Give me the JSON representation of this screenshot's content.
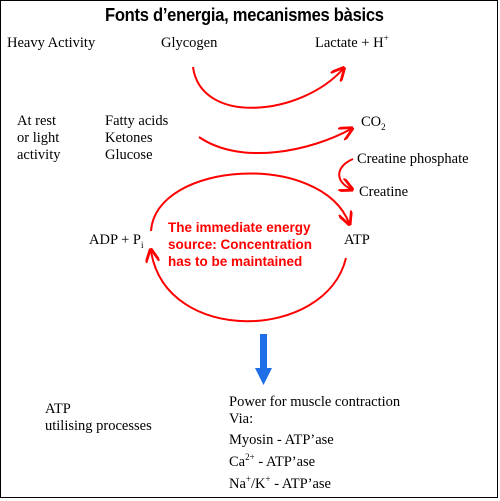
{
  "title": "Fonts d’energia, mecanismes bàsics",
  "labels": {
    "heavy_activity": "Heavy Activity",
    "glycogen": "Glycogen",
    "lactate": "Lactate + H",
    "lactate_sup": "+",
    "rest_lines": [
      "At rest",
      "or light",
      "activity"
    ],
    "fuel_lines": [
      "Fatty acids",
      "Ketones",
      "Glucose"
    ],
    "co2": "CO",
    "co2_sub": "2",
    "creatine_phosphate": "Creatine phosphate",
    "creatine": "Creatine",
    "adp": "ADP + P",
    "adp_sub": "i",
    "atp": "ATP",
    "immediate_lines": [
      "The immediate energy",
      "source: Concentration",
      "has to be maintained"
    ],
    "atp_utilising_lines": [
      "ATP",
      "utilising processes"
    ],
    "power_lines": [
      "Power for muscle contraction",
      "Via:",
      "Myosin - ATP’ase"
    ],
    "ca_prefix": "Ca",
    "ca_sup": "2+",
    "ca_rest": " -  ATP’ase",
    "na_prefix": "Na",
    "na_sup": "+",
    "na_mid": "/K",
    "k_sup": "+",
    "na_rest": " - ATP’ase"
  },
  "colors": {
    "arrow_red": "#ff0000",
    "arrow_blue": "#1e6ee8",
    "text": "#000000"
  },
  "icons": {
    "flow_arrows": "curved-red-arrows",
    "down_arrow": "blue-down-arrow"
  }
}
